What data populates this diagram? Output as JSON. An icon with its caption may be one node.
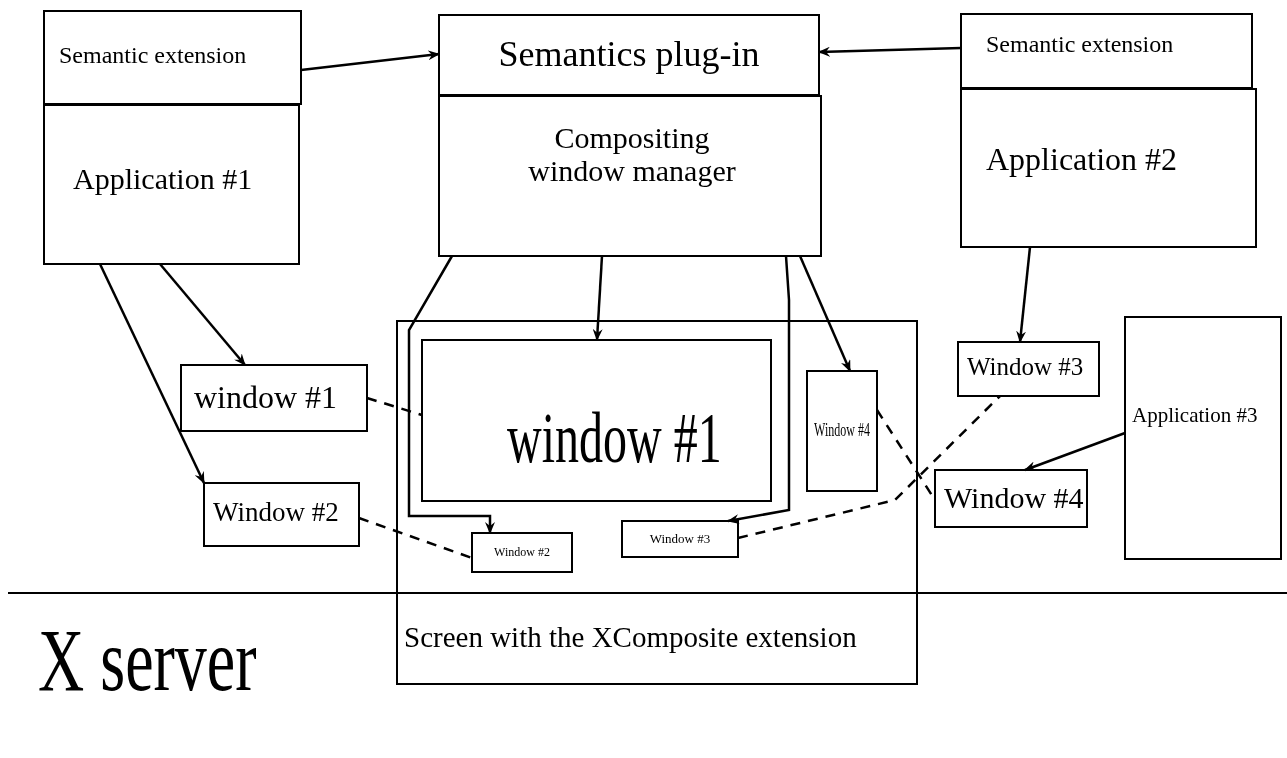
{
  "diagram": {
    "nodes": [
      {
        "text": [
          "Semantic extension"
        ]
      },
      {
        "text": [
          "Application #1"
        ]
      },
      {
        "text": [
          "Semantics plug-in"
        ]
      },
      {
        "text": [
          "Compositing window manager"
        ]
      },
      {
        "text": [
          "Semantic extension"
        ]
      },
      {
        "text": [
          "Application #2"
        ]
      },
      {
        "text": [
          "window #1"
        ]
      },
      {
        "text": [
          "Window #2"
        ]
      },
      {
        "text": [
          "Screen with the XComposite extension"
        ]
      },
      {
        "text": [
          "window #1"
        ],
        "in": 8
      },
      {
        "text": [
          "Window #4"
        ],
        "in": 8
      },
      {
        "text": [
          "Window #2"
        ],
        "in": 8
      },
      {
        "text": [
          "Window #3"
        ],
        "in": 8
      },
      {
        "text": [
          "Window #3"
        ]
      },
      {
        "text": [
          "Application #3"
        ]
      },
      {
        "text": [
          "Window #4"
        ]
      }
    ],
    "edges": [
      {
        "from": 0,
        "to": 2,
        "arrow": "to"
      },
      {
        "from": 4,
        "to": 2,
        "arrow": "to"
      },
      {
        "from": 1,
        "to": 6,
        "arrow": "to"
      },
      {
        "from": 1,
        "to": 7,
        "arrow": "to"
      },
      {
        "from": 3,
        "to": 11,
        "arrow": "to"
      },
      {
        "from": 3,
        "to": 9,
        "arrow": "to"
      },
      {
        "from": 3,
        "to": 12,
        "arrow": "to"
      },
      {
        "from": 3,
        "to": 10,
        "arrow": "to"
      },
      {
        "from": 5,
        "to": 13,
        "arrow": "to"
      },
      {
        "from": 14,
        "to": 15,
        "arrow": "to"
      },
      {
        "from": 6,
        "to": 9,
        "arrow": "none",
        "style": "dashed"
      },
      {
        "from": 7,
        "to": 11,
        "arrow": "none",
        "style": "dashed"
      },
      {
        "from": 12,
        "to": 13,
        "arrow": "none",
        "style": "dashed"
      },
      {
        "from": 10,
        "to": 15,
        "arrow": "none",
        "style": "dashed"
      }
    ],
    "labels": [
      "X server"
    ]
  }
}
